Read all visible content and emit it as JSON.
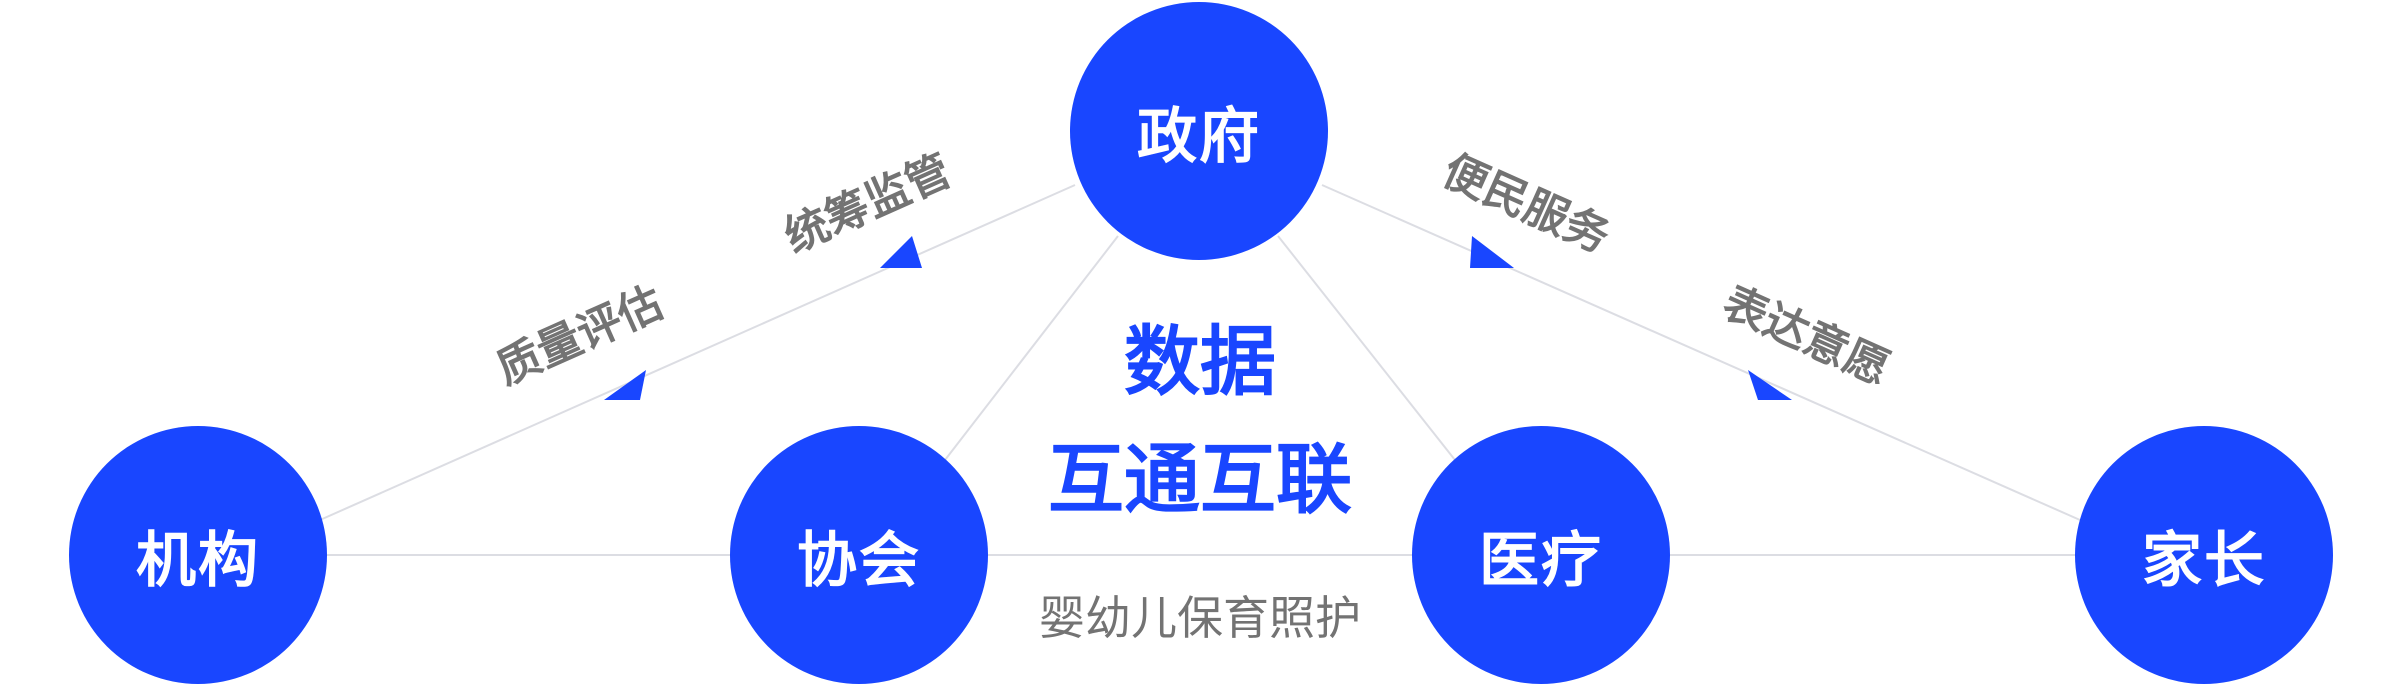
{
  "colors": {
    "node_fill": "#1946ff",
    "node_text": "#ffffff",
    "center_text": "#1946ff",
    "label_text": "#737373",
    "line": "#dcdde3",
    "arrow": "#1946ff"
  },
  "nodes": {
    "government": "政府",
    "institution": "机构",
    "association": "协会",
    "medical": "医疗",
    "parent": "家长"
  },
  "center": {
    "line1": "数据",
    "line2": "互通互联"
  },
  "labels": {
    "overall_planning": "统筹监管",
    "quality_evaluation": "质量评估",
    "convenient_service": "便民服务",
    "express_wishes": "表达意愿",
    "bottom": "婴幼儿保育照护"
  }
}
